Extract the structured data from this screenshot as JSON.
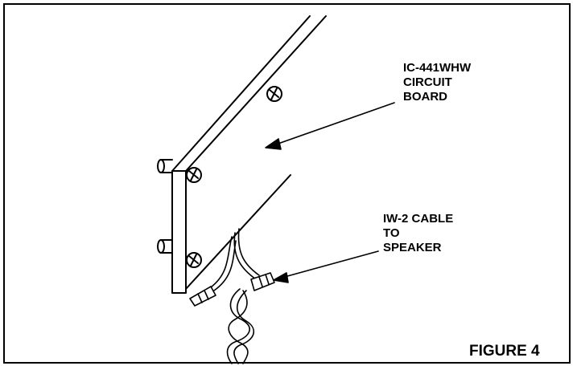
{
  "labels": {
    "board_line1": "IC-441WHW",
    "board_line2": "CIRCUIT",
    "board_line3": "BOARD",
    "cable_line1": "IW-2 CABLE",
    "cable_line2": "TO",
    "cable_line3": "SPEAKER"
  },
  "figure": {
    "caption": "FIGURE 4"
  }
}
